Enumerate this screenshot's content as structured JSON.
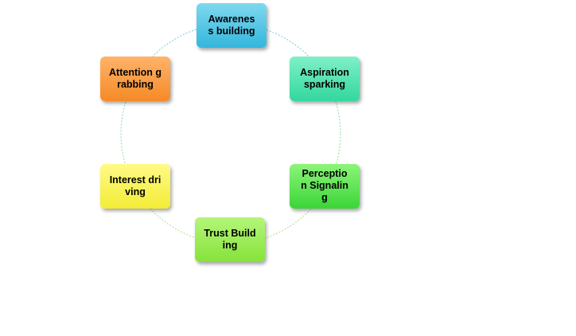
{
  "diagram": {
    "type": "cycle",
    "nodes": [
      {
        "id": "awareness",
        "label": "Awarenes s building",
        "color": "#34b6dc"
      },
      {
        "id": "aspiration",
        "label": "Aspiration sparking",
        "color": "#33d79d"
      },
      {
        "id": "perception",
        "label": "Perceptio n Signaling",
        "color": "#3bd538"
      },
      {
        "id": "trust",
        "label": "Trust Building",
        "color": "#86e33a"
      },
      {
        "id": "interest",
        "label": "Interest driving",
        "color": "#f3ec36"
      },
      {
        "id": "attention",
        "label": "Attention grabbing",
        "color": "#f58a26"
      }
    ]
  }
}
